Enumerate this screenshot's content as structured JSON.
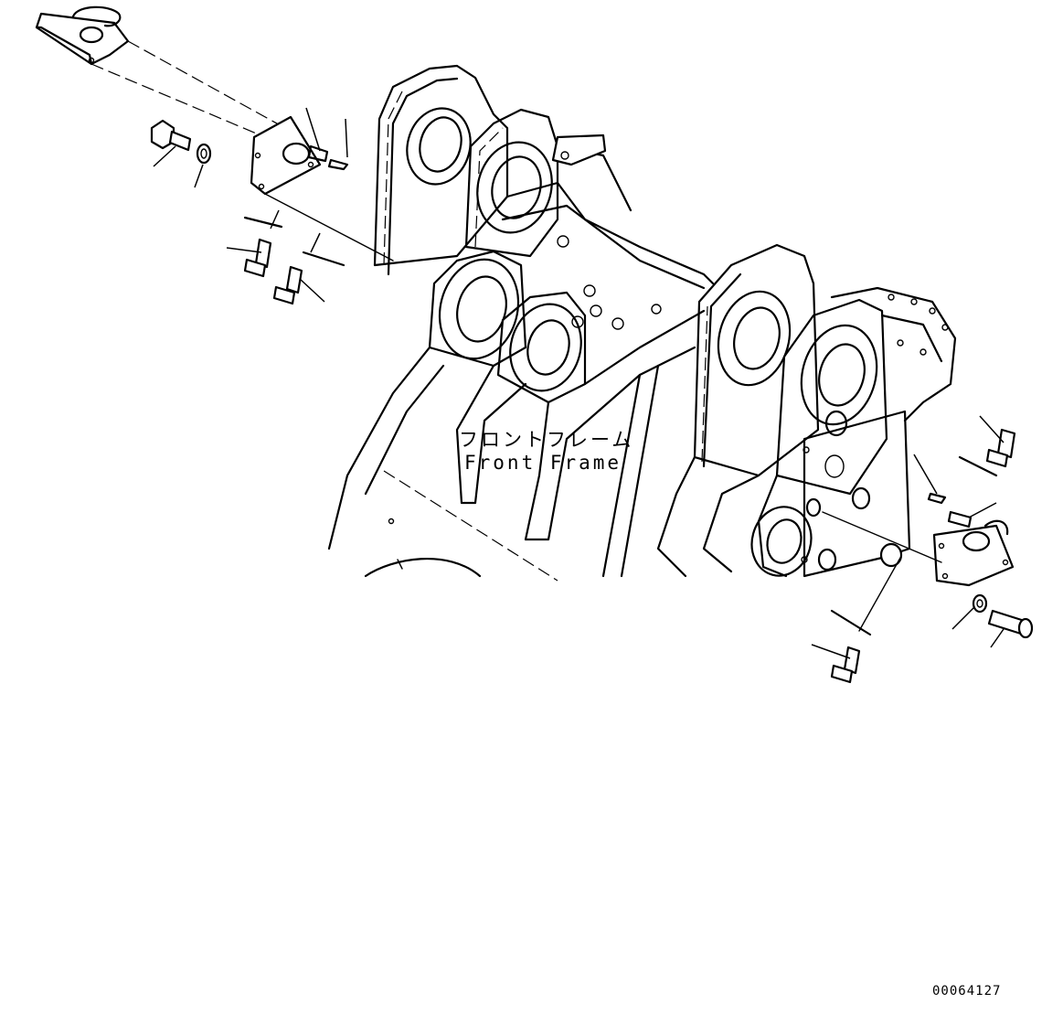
{
  "labels": {
    "frame_jp": "フロントフレーム",
    "frame_en": "Front Frame",
    "drawing_code": "00064127"
  }
}
